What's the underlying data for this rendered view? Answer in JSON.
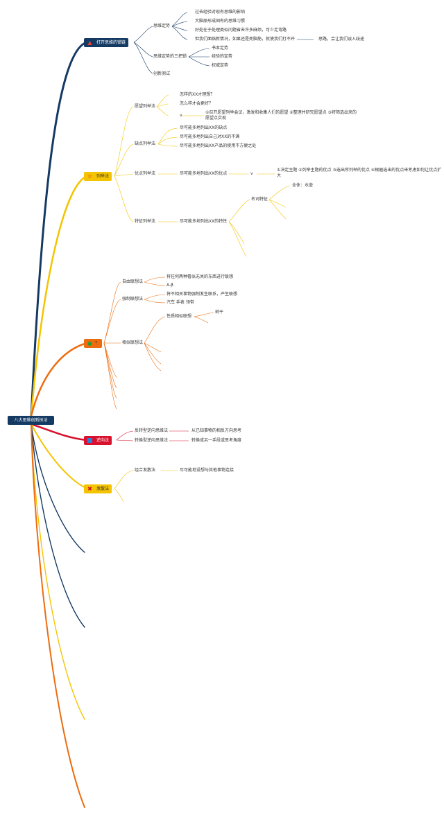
{
  "root": {
    "label": "八大思维创新技法"
  },
  "colors": {
    "navy": "#143a63",
    "gold": "#f5c400",
    "orange": "#ed6c0f",
    "red": "#d8112c"
  },
  "b1": {
    "label": "打开思维的锁链",
    "icon": "fire-icon",
    "n1": "思维定势",
    "n1_items": [
      "过去经验对现有思维的影响",
      "大脑原形成固有的思维习惯",
      "好处在于处理类似问题省去许多麻烦，可少走弯路",
      "但我们面临新情况，如果还是死脑筋，就使我们打不开"
    ],
    "n1_tail": "思路，会让我们误入歧途",
    "n2": "思维定势的三把锁",
    "n2_items": [
      "书本定势",
      "经验的定势",
      "权威定势"
    ],
    "n3": "创新测试"
  },
  "b2": {
    "label": "列举法",
    "icon": "star-icon",
    "n1": "愿望列举法",
    "n1_items": [
      "怎样的XX才理想？",
      "怎么样才会更好？",
      "v"
    ],
    "n1_tail": "①召开愿望列举会议，激发和收集人们的愿望 ②整理并研究愿望点 ③将筛选出来的愿望点实现",
    "n2": "缺点列举法",
    "n2_items": [
      "尽可能多地列出XX的缺点",
      "尽可能多地列出自己对XX的不满",
      "尽可能多地列出XX产品的使用不方便之处"
    ],
    "n3": "优点列举法",
    "n3_item": "尽可能多地列出XX的优点",
    "n3_v": "v",
    "n3_tail": "①决定主题 ②列举主题的优点 ③选出所列举的优点 ④根据选出的优点来考虑如何让优点扩大",
    "n4": "特征列举法",
    "n4_item": "尽可能多地列出XX的特性",
    "n4_sub": "名词特征",
    "n4_sub_item": "全体：水壶"
  },
  "b3": {
    "label": "？",
    "icon": "leaf-icon",
    "n1": "自由联想法",
    "n1_items": [
      "将任何两种看似无关的东西进行联想",
      "A-β"
    ],
    "n2": "强制联想法",
    "n2_items": [
      "将不相关事物强制发生联系，产生联想",
      "汽车 手表 领带"
    ],
    "n3": "相似联想法",
    "n3_sub": "性质相似联想",
    "n3_sub_item": "树干"
  },
  "b4": {
    "label": "逆向法",
    "icon": "square-icon",
    "n1": "反转型逆向思维法",
    "n1_item": "从已知事物的相反方向思考",
    "n2": "转换型逆向思维法",
    "n2_item": "转换成另一手段或思考角度"
  },
  "b5": {
    "label": "发散法",
    "icon": "tools-icon",
    "n1": "组合发散法",
    "n1_item": "尽可能地设想与其他事物连接"
  }
}
